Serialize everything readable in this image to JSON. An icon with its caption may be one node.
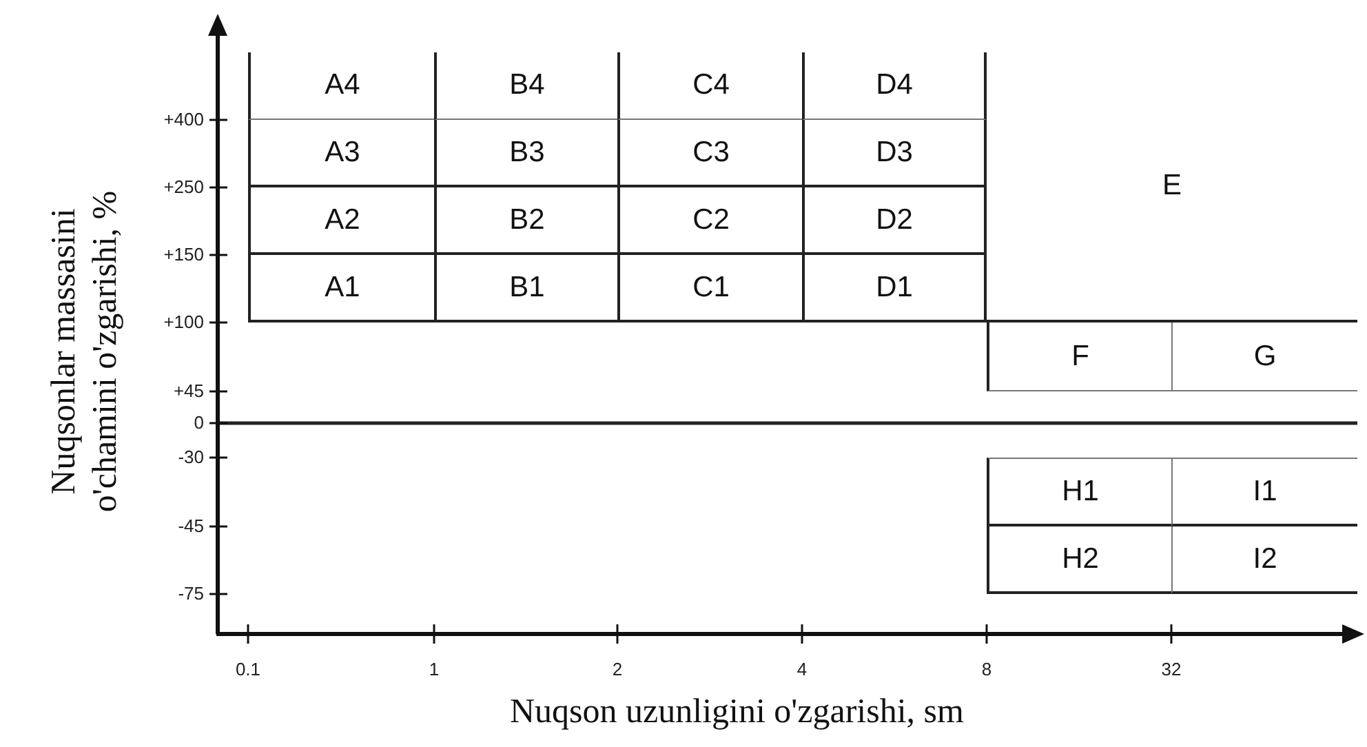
{
  "diagram": {
    "nodes": [
      {
        "text": [
          "A4"
        ]
      },
      {
        "text": [
          "B4"
        ]
      },
      {
        "text": [
          "C4"
        ]
      },
      {
        "text": [
          "D4"
        ]
      },
      {
        "text": [
          "A3"
        ]
      },
      {
        "text": [
          "B3"
        ]
      },
      {
        "text": [
          "C3"
        ]
      },
      {
        "text": [
          "D3"
        ]
      },
      {
        "text": [
          "E"
        ]
      },
      {
        "text": [
          "A2"
        ]
      },
      {
        "text": [
          "B2"
        ]
      },
      {
        "text": [
          "C2"
        ]
      },
      {
        "text": [
          "D2"
        ]
      },
      {
        "text": [
          "A1"
        ]
      },
      {
        "text": [
          "B1"
        ]
      },
      {
        "text": [
          "C1"
        ]
      },
      {
        "text": [
          "D1"
        ]
      },
      {
        "text": [
          "F"
        ]
      },
      {
        "text": [
          "G"
        ]
      },
      {
        "text": [
          "H1"
        ]
      },
      {
        "text": [
          "I1"
        ]
      },
      {
        "text": [
          "H2"
        ]
      },
      {
        "text": [
          "I2"
        ]
      }
    ],
    "edges": [],
    "labels": [
      "Nuqsonlar massasini o'chamini o'zgarishi, %",
      "+400",
      "+250",
      "+150",
      "+100",
      "+45",
      "0",
      "-30",
      "-45",
      "-75",
      "0.1",
      "1",
      "2",
      "4",
      "8",
      "32",
      "Nuqson uzunligini o'zgarishi, sm"
    ]
  }
}
